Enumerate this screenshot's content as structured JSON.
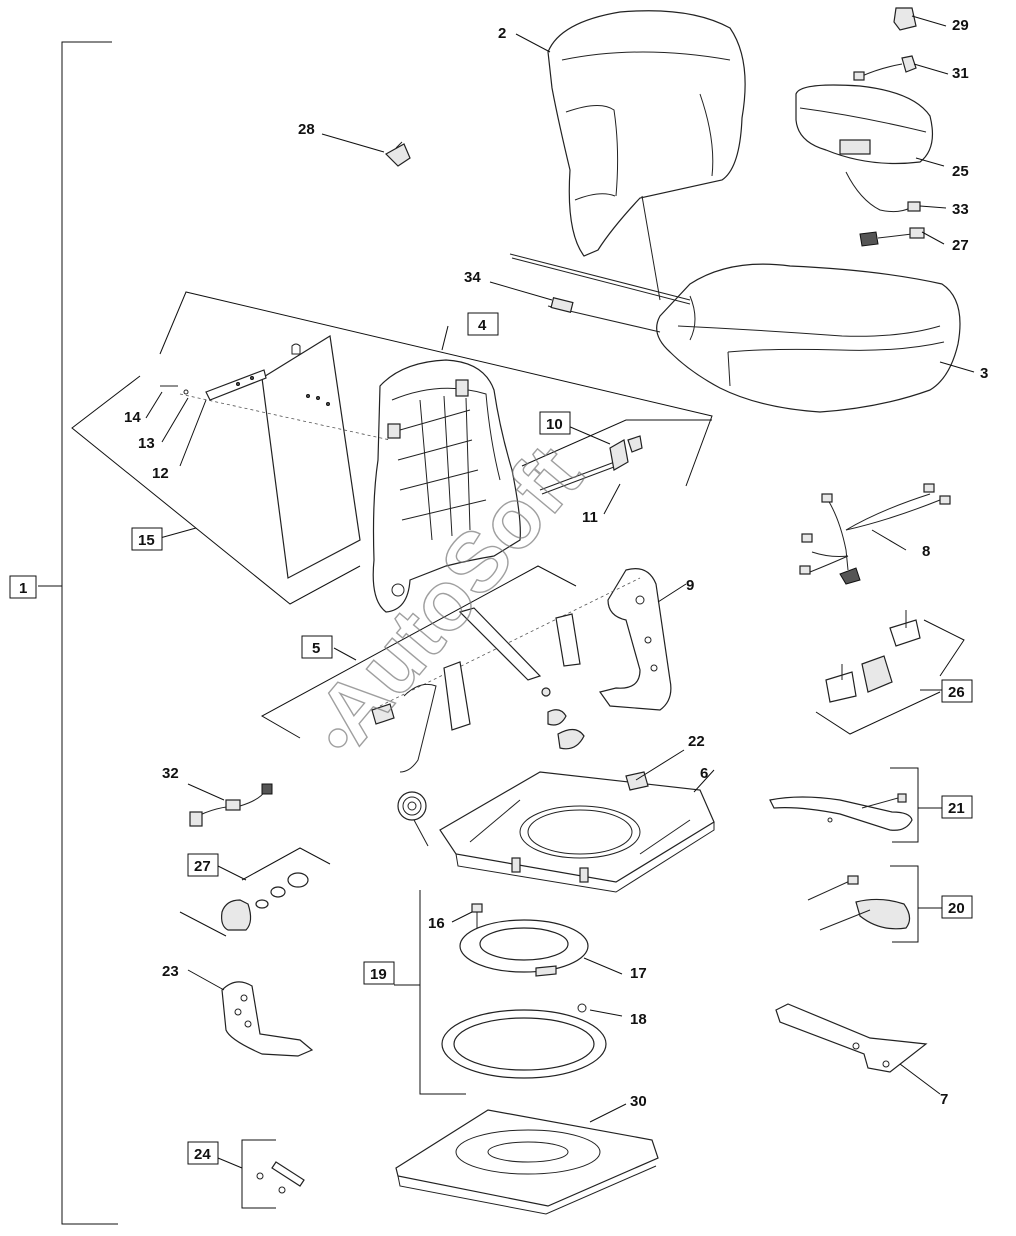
{
  "watermark": "AutoSoft",
  "callouts": {
    "c1": "1",
    "c2": "2",
    "c3": "3",
    "c4": "4",
    "c5": "5",
    "c6": "6",
    "c7": "7",
    "c8": "8",
    "c9": "9",
    "c10": "10",
    "c11": "11",
    "c12": "12",
    "c13": "13",
    "c14": "14",
    "c15": "15",
    "c16": "16",
    "c17": "17",
    "c18": "18",
    "c19": "19",
    "c20": "20",
    "c21": "21",
    "c22": "22",
    "c23": "23",
    "c24": "24",
    "c25": "25",
    "c26": "26",
    "c27a": "27",
    "c27b": "27",
    "c28": "28",
    "c29": "29",
    "c30": "30",
    "c31": "31",
    "c32": "32",
    "c33": "33",
    "c34": "34"
  }
}
